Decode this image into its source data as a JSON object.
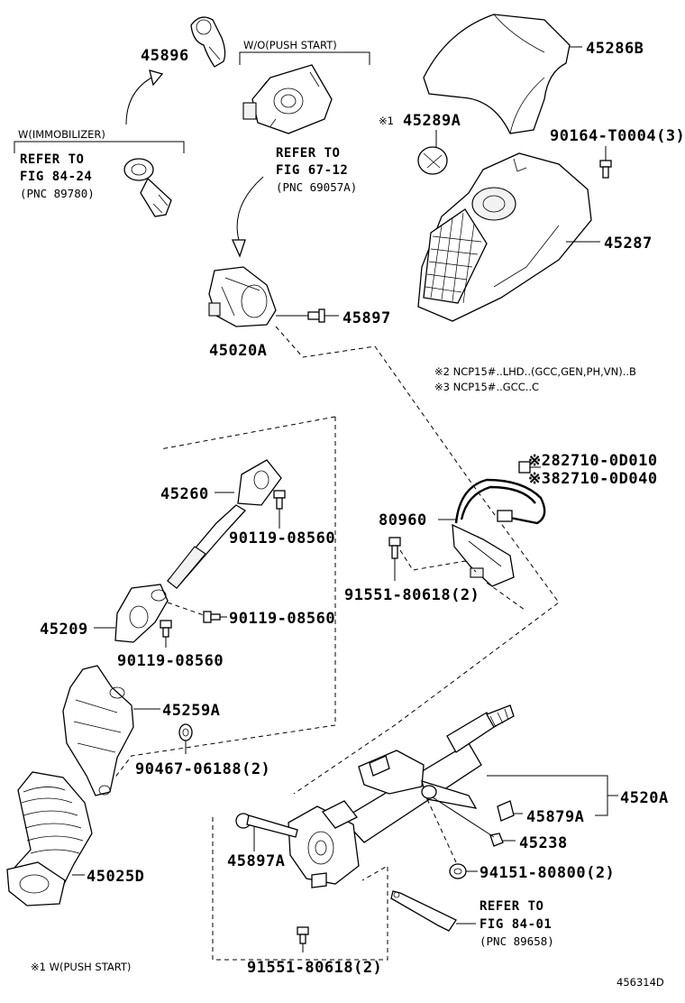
{
  "labels": {
    "p45896": "45896",
    "wo_push_start": "W/O(PUSH START)",
    "p45286B": "45286B",
    "w_immobilizer": "W(IMMOBILIZER)",
    "ref1_line1": "REFER TO",
    "ref1_line2": "FIG 84-24",
    "ref1_line3": "(PNC 89780)",
    "mark1": "※1",
    "p45289A": "45289A",
    "ref2_line1": "REFER TO",
    "ref2_line2": "FIG 67-12",
    "ref2_line3": "(PNC 69057A)",
    "p90164": "90164-T0004(3)",
    "p45287": "45287",
    "p45897": "45897",
    "p45020A": "45020A",
    "note2": "※2 NCP15#..LHD..(GCC,GEN,PH,VN)..B",
    "note3": "※3 NCP15#..GCC..C",
    "p82710_0D010": "※282710-0D010",
    "p82710_0D040": "※382710-0D040",
    "p45260": "45260",
    "p90119_a": "90119-08560",
    "p80960": "80960",
    "p91551_a": "91551-80618(2)",
    "p90119_b": "90119-08560",
    "p45209": "45209",
    "p90119_c": "90119-08560",
    "p45259A": "45259A",
    "p90467": "90467-06188(2)",
    "p4520A": "4520A",
    "p45879A": "45879A",
    "p45238": "45238",
    "p45897A": "45897A",
    "p45025D": "45025D",
    "p94151": "94151-80800(2)",
    "ref3_line1": "REFER TO",
    "ref3_line2": "FIG 84-01",
    "ref3_line3": "(PNC 89658)",
    "p91551_b": "91551-80618(2)",
    "footnote1": "※1  W(PUSH START)",
    "drawing_id": "456314D"
  }
}
